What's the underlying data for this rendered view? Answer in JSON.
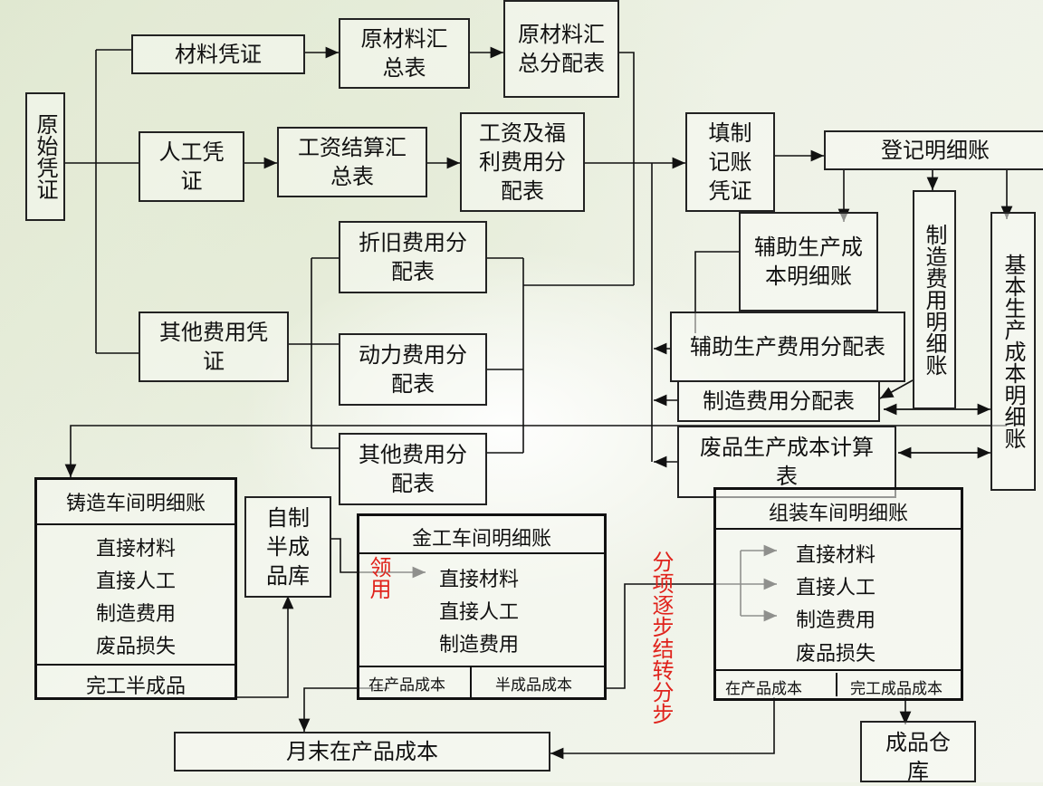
{
  "boxes": {
    "original_voucher": "原始凭证",
    "material_voucher": "材料凭证",
    "labor_voucher": "人工凭证",
    "other_expense_voucher": "其他费用凭证",
    "material_summary": "原材料汇总表",
    "material_allocation": "原材料汇总分配表",
    "wage_settlement": "工资结算汇总表",
    "wage_welfare_allocation": "工资及福利费用分配表",
    "depreciation_allocation": "折旧费用分配表",
    "power_allocation": "动力费用分配表",
    "other_allocation": "其他费用分配表",
    "fill_voucher": "填制记账凭证",
    "register_ledger": "登记明细账",
    "aux_cost_ledger": "辅助生产成本明细账",
    "overhead_ledger": "制造费用明细账",
    "basic_cost_ledger": "基本生产成本明细账",
    "aux_allocation": "辅助生产费用分配表",
    "overhead_allocation": "制造费用分配表",
    "scrap_cost": "废品生产成本计算表",
    "self_semi_warehouse": "自制半成品库",
    "month_end_wip": "月末在产品成本",
    "finished_warehouse": "成品仓库"
  },
  "casting": {
    "title": "铸造车间明细账",
    "items": [
      "直接材料",
      "直接人工",
      "制造费用",
      "废品损失"
    ],
    "footer": "完工半成品"
  },
  "machining": {
    "title": "金工车间明细账",
    "items": [
      "直接材料",
      "直接人工",
      "制造费用"
    ],
    "footer_left": "在产品成本",
    "footer_right": "半成品成本"
  },
  "assembly": {
    "title": "组装车间明细账",
    "items": [
      "直接材料",
      "直接人工",
      "制造费用",
      "废品损失"
    ],
    "footer_left": "在产品成本",
    "footer_right": "完工成品成本"
  },
  "annotations": {
    "receive": "领用",
    "step_transfer": "分项逐步结转分步"
  }
}
